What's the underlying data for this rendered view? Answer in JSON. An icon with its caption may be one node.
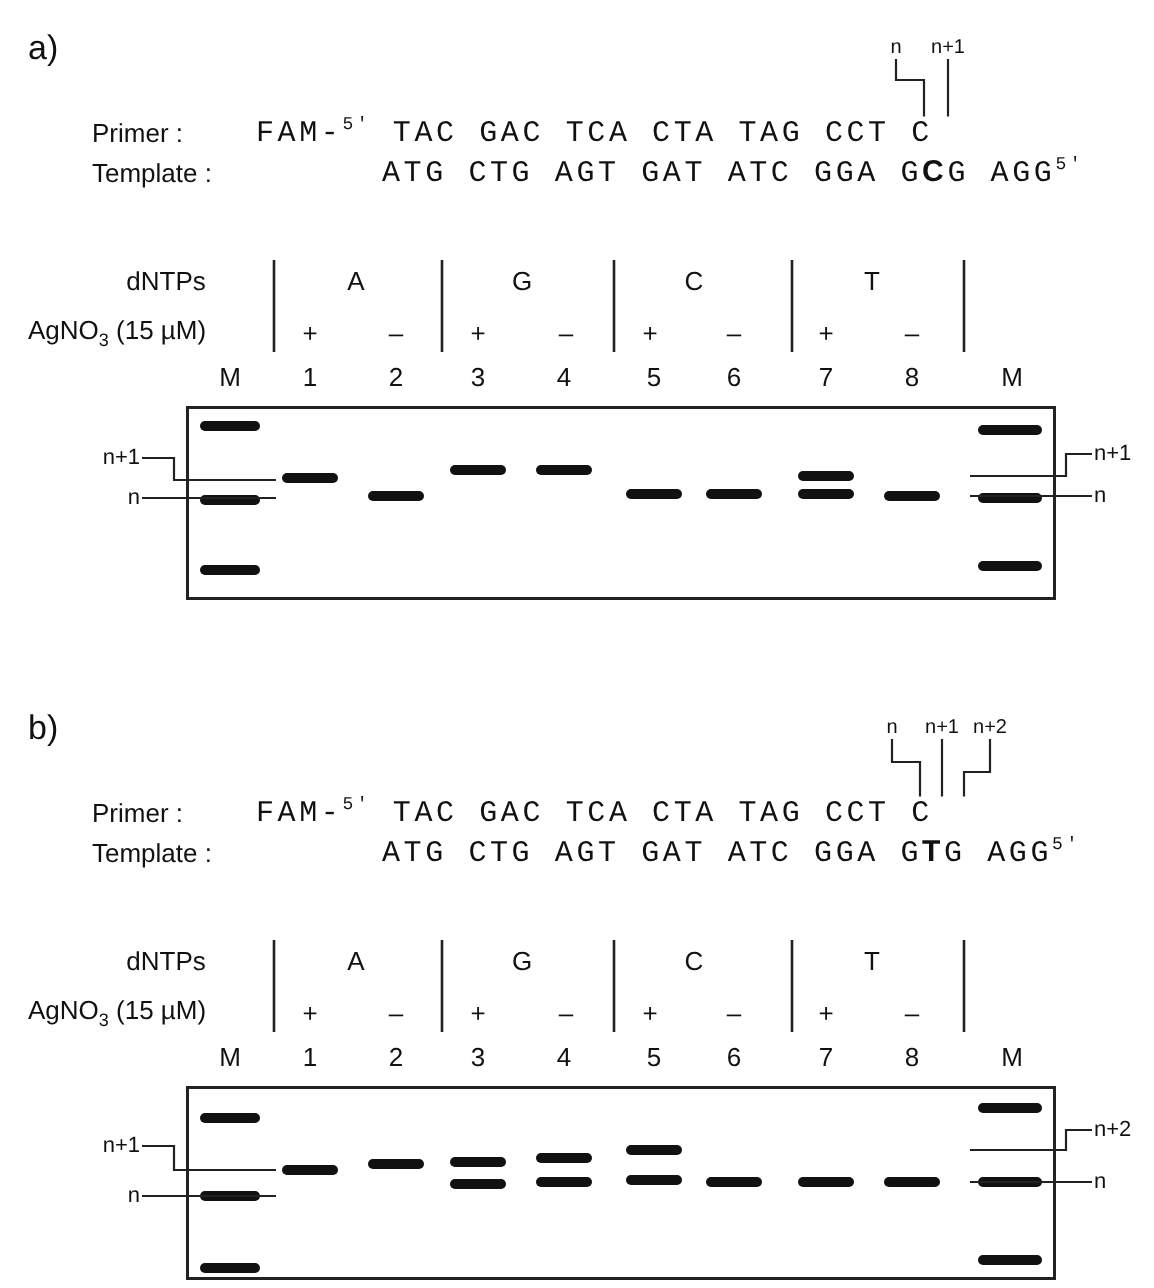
{
  "diagram": {
    "nodes": [
      {
        "text": [
          "n"
        ]
      },
      {
        "text": [
          "n+1"
        ]
      },
      {
        "text": [
          "FAM-$^{5'}$ TAC GAC TCA CTA TAG CCT C"
        ]
      },
      {
        "text": [
          "n+1"
        ]
      },
      {
        "text": [
          "n"
        ]
      },
      {
        "text": [
          "n+1"
        ]
      },
      {
        "text": [
          "n"
        ]
      },
      {
        "text": [
          "n"
        ]
      },
      {
        "text": [
          "n+1"
        ]
      },
      {
        "text": [
          "n+2"
        ]
      },
      {
        "text": [
          "FAM-$^{5'}$ TAC GAC TCA CTA TAG CCT C"
        ]
      },
      {
        "text": [
          "n+1"
        ]
      },
      {
        "text": [
          "n"
        ]
      },
      {
        "text": [
          "n+2"
        ]
      },
      {
        "text": [
          "n"
        ]
      }
    ],
    "edges": [
      {
        "from": 0,
        "to": 2,
        "arrow": "none"
      },
      {
        "from": 1,
        "to": 2,
        "arrow": "none"
      },
      {
        "from": 3,
        "to": null,
        "arrow": "none"
      },
      {
        "from": 4,
        "to": null,
        "arrow": "none"
      },
      {
        "from": 5,
        "to": null,
        "arrow": "none"
      },
      {
        "from": 6,
        "to": null,
        "arrow": "none"
      },
      {
        "from": 7,
        "to": 10,
        "arrow": "none"
      },
      {
        "from": 8,
        "to": 10,
        "arrow": "none"
      },
      {
        "from": 9,
        "to": 10,
        "arrow": "none"
      },
      {
        "from": 11,
        "to": null,
        "arrow": "none"
      },
      {
        "from": 12,
        "to": null,
        "arrow": "none"
      },
      {
        "from": 13,
        "to": null,
        "arrow": "none"
      },
      {
        "from": 14,
        "to": null,
        "arrow": "none"
      }
    ],
    "labels": [
      "a)",
      "Primer :",
      "Template :",
      "ATG CTG AGT GAT ATC GGA G**C**G AGG$^{5'}$",
      "dNTPs",
      "A",
      "G",
      "C",
      "T",
      "AgNO$_{3}$ (15 µM)",
      "+",
      "–",
      "+",
      "–",
      "+",
      "–",
      "+",
      "–",
      "M",
      "1",
      "2",
      "3",
      "4",
      "5",
      "6",
      "7",
      "8",
      "M",
      "b)",
      "Primer :",
      "Template :",
      "ATG CTG AGT GAT ATC GGA G**T**G AGG$^{5'}$",
      "dNTPs",
      "A",
      "G",
      "C",
      "T",
      "AgNO$_{3}$ (15 µM)",
      "+",
      "–",
      "+",
      "–",
      "+",
      "–",
      "+",
      "–",
      "M",
      "1",
      "2",
      "3",
      "4",
      "5",
      "6",
      "7",
      "8",
      "M"
    ]
  }
}
